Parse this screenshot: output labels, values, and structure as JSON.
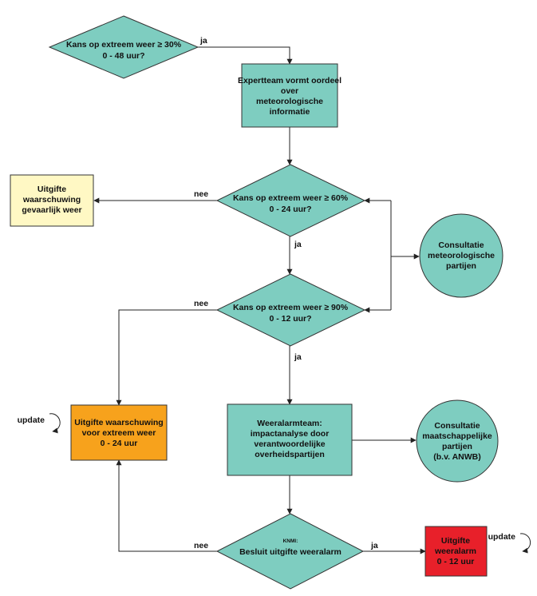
{
  "colors": {
    "teal": "#7ecdc0",
    "light_yellow": "#fff8c4",
    "orange": "#f7a21c",
    "red": "#e8202a",
    "line": "#222222"
  },
  "nodes": {
    "d1": {
      "lines": [
        "Kans op extreem weer ≥ 30%",
        "0 - 48 uur?"
      ]
    },
    "p1": {
      "lines": [
        "Expertteam vormt oordeel",
        "over",
        "meteorologische",
        "informatie"
      ]
    },
    "d2": {
      "lines": [
        "Kans op extreem weer ≥ 60%",
        "0 - 24 uur?"
      ]
    },
    "y1": {
      "lines": [
        "Uitgifte",
        "waarschuwing",
        "gevaarlijk weer"
      ]
    },
    "c1": {
      "lines": [
        "Consultatie",
        "meteorologische",
        "partijen"
      ]
    },
    "d3": {
      "lines": [
        "Kans op extreem weer ≥ 90%",
        "0 - 12 uur?"
      ]
    },
    "o1": {
      "lines": [
        "Uitgifte waarschuwing",
        "voor extreem weer",
        "0 - 24 uur"
      ]
    },
    "p2": {
      "lines": [
        "Weeralarmteam:",
        "impactanalyse door",
        "verantwoordelijke",
        "overheidspartijen"
      ]
    },
    "c2": {
      "lines": [
        "Consultatie",
        "maatschappelijke",
        "partijen",
        "(b.v. ANWB)"
      ]
    },
    "d4": {
      "small": "KNMI:",
      "lines": [
        "Besluit uitgifte weeralarm"
      ]
    },
    "r1": {
      "lines": [
        "Uitgifte",
        "weeralarm",
        "0 - 12 uur"
      ]
    }
  },
  "edge_labels": {
    "ja1": "ja",
    "nee1": "nee",
    "ja2": "ja",
    "nee2": "nee",
    "ja3": "ja",
    "nee3": "nee",
    "ja4": "ja"
  },
  "update_labels": {
    "left": "update",
    "right": "update"
  }
}
